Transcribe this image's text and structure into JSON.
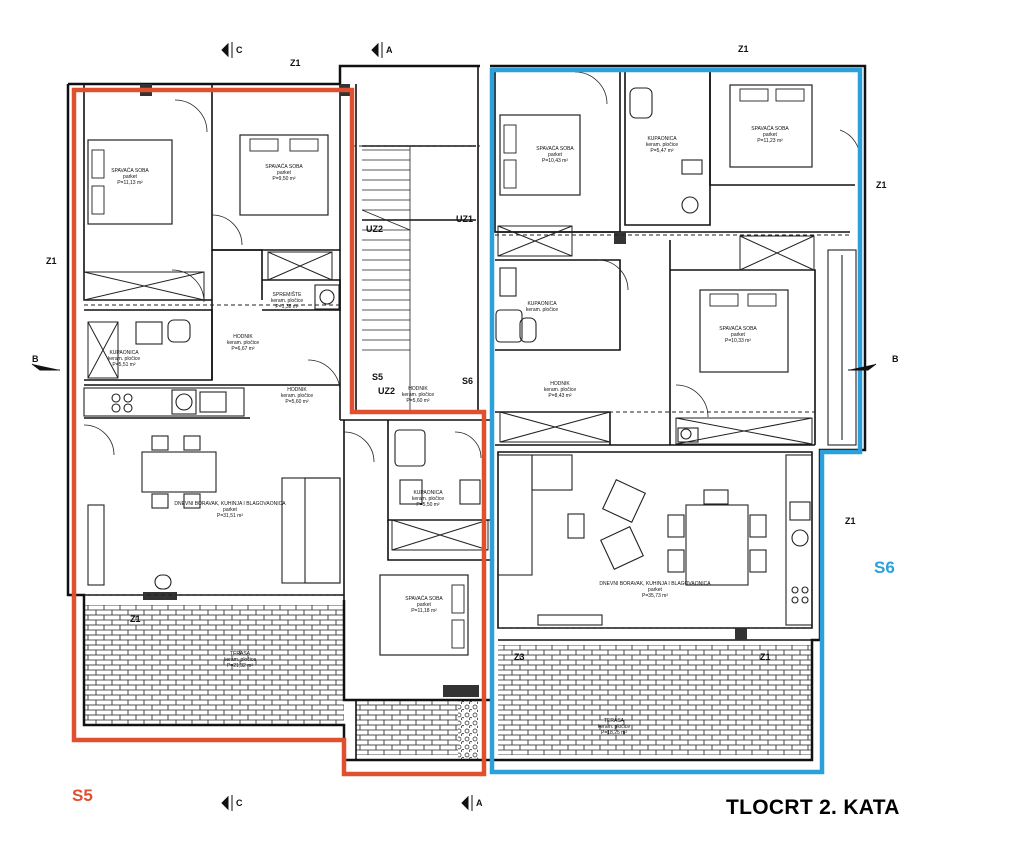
{
  "title": "TLOCRT 2. KATA",
  "units": [
    {
      "id": "S5",
      "label": "S5",
      "color": "#e0502f"
    },
    {
      "id": "S6",
      "label": "S6",
      "color": "#2ba0da"
    }
  ],
  "rooms": [
    {
      "name": "SPAVAĆA SOBA",
      "sub": "parket",
      "area": "P=11,13 m²"
    },
    {
      "name": "SPAVAĆA SOBA",
      "sub": "parket",
      "area": "P=9,50 m²"
    },
    {
      "name": "SPREMIŠTE",
      "sub": "keram. pločice",
      "area": "P=1,38 m²"
    },
    {
      "name": "HODNIK",
      "sub": "keram. pločice",
      "area": "P=6,67 m²"
    },
    {
      "name": "KUPAONICA",
      "sub": "keram. pločice",
      "area": "P=5,51 m²"
    },
    {
      "name": "HODNIK",
      "sub": "keram. pločice",
      "area": "P=5,60 m²"
    },
    {
      "name": "DNEVNI BORAVAK, KUHINJA I BLAGOVAONICA",
      "sub": "parket",
      "area": "P=31,51 m²"
    },
    {
      "name": "KUPAONICA",
      "sub": "keram. pločice",
      "area": "P=5,50 m²"
    },
    {
      "name": "SPAVAĆA SOBA",
      "sub": "parket",
      "area": "P=11,18 m²"
    },
    {
      "name": "TERASA",
      "sub": "keram. pločice",
      "area": "P=21,32 m²"
    },
    {
      "name": "HODNIK",
      "sub": "keram. pločice",
      "area": "P=5,60 m²"
    },
    {
      "name": "SPAVAĆA SOBA",
      "sub": "parket",
      "area": "P=10,43 m²"
    },
    {
      "name": "KUPAONICA",
      "sub": "keram. pločice",
      "area": "P=5,47 m²"
    },
    {
      "name": "SPAVAĆA SOBA",
      "sub": "parket",
      "area": "P=11,23 m²"
    },
    {
      "name": "KUPAONICA",
      "sub": "keram. pločice",
      "area": ""
    },
    {
      "name": "HODNIK",
      "sub": "keram. pločice",
      "area": "P=8,43 m²"
    },
    {
      "name": "SPAVAĆA SOBA",
      "sub": "parket",
      "area": "P=10,33 m²"
    },
    {
      "name": "DNEVNI BORAVAK, KUHINJA I BLAGOVAONICA",
      "sub": "parket",
      "area": "P=35,73 m²"
    },
    {
      "name": "TERASA",
      "sub": "keram. pločice",
      "area": "P=18,25 m²"
    }
  ],
  "markers": {
    "section_a": "A",
    "section_c": "C",
    "section_b": "B",
    "z1": "Z1",
    "z3": "Z3",
    "uz1": "UZ1",
    "uz2": "UZ2",
    "s5": "S5",
    "s6": "S6"
  }
}
